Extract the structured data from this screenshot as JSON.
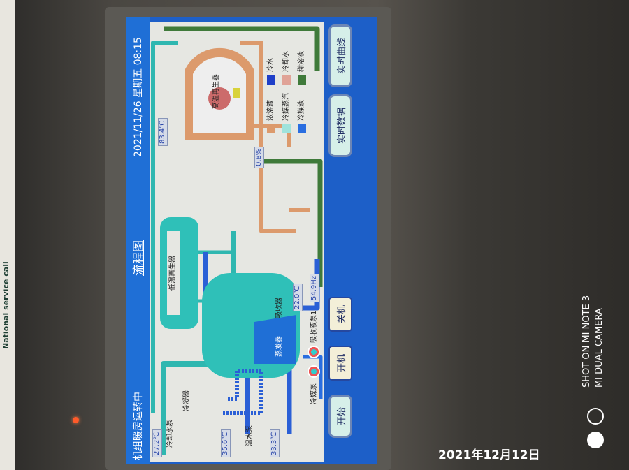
{
  "sticker": {
    "text": "National service call"
  },
  "hmi": {
    "status": "机组暖房运转中",
    "title": "流程图",
    "datetime": "2021/11/26 星期五 08:15",
    "labels": {
      "cooling_pump": "冷却水泵",
      "condenser": "冷凝器",
      "warm_pump": "温水泵",
      "refrigerant_pump": "冷媒泵",
      "absorb_pump": "吸收液泵1",
      "evaporator": "蒸发器",
      "absorber": "吸收器",
      "low_gen": "低温再生器",
      "high_gen": "高温再生器"
    },
    "values": {
      "cooling_in": "27.2℃",
      "warm_out": "35.6℃",
      "warm_in": "33.3℃",
      "absorb_temp": "22.0℃",
      "high_gen_temp": "83.4℃",
      "valve_open": "0.8%",
      "pump_freq": "54.9Hz"
    },
    "legend": [
      {
        "label": "冷水",
        "color": "#1f3fc8"
      },
      {
        "label": "冷却水",
        "color": "#e0a397"
      },
      {
        "label": "稀溶液",
        "color": "#3f7a3a"
      },
      {
        "label": "浓溶液",
        "color": "#dc9a6c"
      },
      {
        "label": "冷媒蒸汽",
        "color": "#9fe3dc"
      },
      {
        "label": "冷媒液",
        "color": "#2a6ee0"
      }
    ],
    "buttons": {
      "start": "开始",
      "on": "开机",
      "off": "关机",
      "realtime_data": "实时数据",
      "realtime_curve": "实时曲线"
    }
  },
  "watermark": {
    "line1": "SHOT ON MI NOTE 3",
    "line2": "MI DUAL CAMERA",
    "date": "2021年12月12日"
  }
}
